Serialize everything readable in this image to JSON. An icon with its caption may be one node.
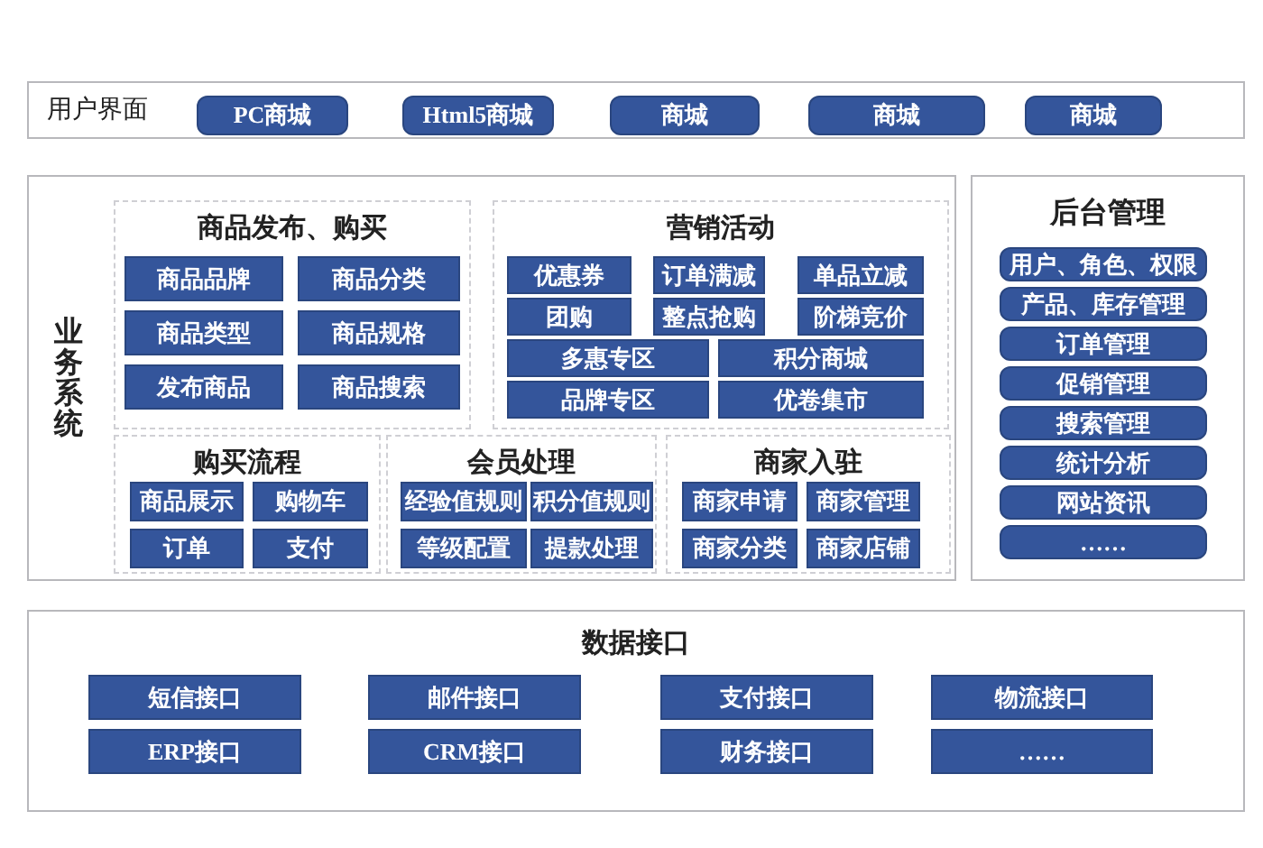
{
  "diagram": {
    "nodes": [
      {
        "text": [
          "用户界面"
        ]
      },
      {
        "text": [
          "PC商城"
        ],
        "in": 0
      },
      {
        "text": [
          "Html5商城"
        ],
        "in": 0
      },
      {
        "text": [
          "商城"
        ],
        "in": 0
      },
      {
        "text": [
          "商城"
        ],
        "in": 0
      },
      {
        "text": [
          "商城"
        ],
        "in": 0
      },
      {
        "text": [
          "业务系统"
        ]
      },
      {
        "text": [
          "商品发布、购买"
        ],
        "in": 6
      },
      {
        "text": [
          "商品品牌"
        ],
        "in": 7
      },
      {
        "text": [
          "商品分类"
        ],
        "in": 7
      },
      {
        "text": [
          "商品类型"
        ],
        "in": 7
      },
      {
        "text": [
          "商品规格"
        ],
        "in": 7
      },
      {
        "text": [
          "发布商品"
        ],
        "in": 7
      },
      {
        "text": [
          "商品搜索"
        ],
        "in": 7
      },
      {
        "text": [
          "营销活动"
        ],
        "in": 6
      },
      {
        "text": [
          "优惠券"
        ],
        "in": 14
      },
      {
        "text": [
          "订单满减"
        ],
        "in": 14
      },
      {
        "text": [
          "单品立减"
        ],
        "in": 14
      },
      {
        "text": [
          "团购"
        ],
        "in": 14
      },
      {
        "text": [
          "整点抢购"
        ],
        "in": 14
      },
      {
        "text": [
          "阶梯竞价"
        ],
        "in": 14
      },
      {
        "text": [
          "多惠专区"
        ],
        "in": 14
      },
      {
        "text": [
          "积分商城"
        ],
        "in": 14
      },
      {
        "text": [
          "品牌专区"
        ],
        "in": 14
      },
      {
        "text": [
          "优卷集市"
        ],
        "in": 14
      },
      {
        "text": [
          "购买流程"
        ],
        "in": 6
      },
      {
        "text": [
          "商品展示"
        ],
        "in": 25
      },
      {
        "text": [
          "购物车"
        ],
        "in": 25
      },
      {
        "text": [
          "订单"
        ],
        "in": 25
      },
      {
        "text": [
          "支付"
        ],
        "in": 25
      },
      {
        "text": [
          "会员处理"
        ],
        "in": 6
      },
      {
        "text": [
          "经验值规则"
        ],
        "in": 30
      },
      {
        "text": [
          "积分值规则"
        ],
        "in": 30
      },
      {
        "text": [
          "等级配置"
        ],
        "in": 30
      },
      {
        "text": [
          "提款处理"
        ],
        "in": 30
      },
      {
        "text": [
          "商家入驻"
        ],
        "in": 6
      },
      {
        "text": [
          "商家申请"
        ],
        "in": 35
      },
      {
        "text": [
          "商家管理"
        ],
        "in": 35
      },
      {
        "text": [
          "商家分类"
        ],
        "in": 35
      },
      {
        "text": [
          "商家店铺"
        ],
        "in": 35
      },
      {
        "text": [
          "后台管理"
        ]
      },
      {
        "text": [
          "用户、角色、权限"
        ],
        "in": 40
      },
      {
        "text": [
          "产品、库存管理"
        ],
        "in": 40
      },
      {
        "text": [
          "订单管理"
        ],
        "in": 40
      },
      {
        "text": [
          "促销管理"
        ],
        "in": 40
      },
      {
        "text": [
          "搜索管理"
        ],
        "in": 40
      },
      {
        "text": [
          "统计分析"
        ],
        "in": 40
      },
      {
        "text": [
          "网站资讯"
        ],
        "in": 40
      },
      {
        "text": [
          "……"
        ],
        "in": 40
      },
      {
        "text": [
          "数据接口"
        ]
      },
      {
        "text": [
          "短信接口"
        ],
        "in": 49
      },
      {
        "text": [
          "邮件接口"
        ],
        "in": 49
      },
      {
        "text": [
          "支付接口"
        ],
        "in": 49
      },
      {
        "text": [
          "物流接口"
        ],
        "in": 49
      },
      {
        "text": [
          "ERP接口"
        ],
        "in": 49
      },
      {
        "text": [
          "CRM接口"
        ],
        "in": 49
      },
      {
        "text": [
          "财务接口"
        ],
        "in": 49
      },
      {
        "text": [
          "……"
        ],
        "in": 49
      }
    ]
  }
}
